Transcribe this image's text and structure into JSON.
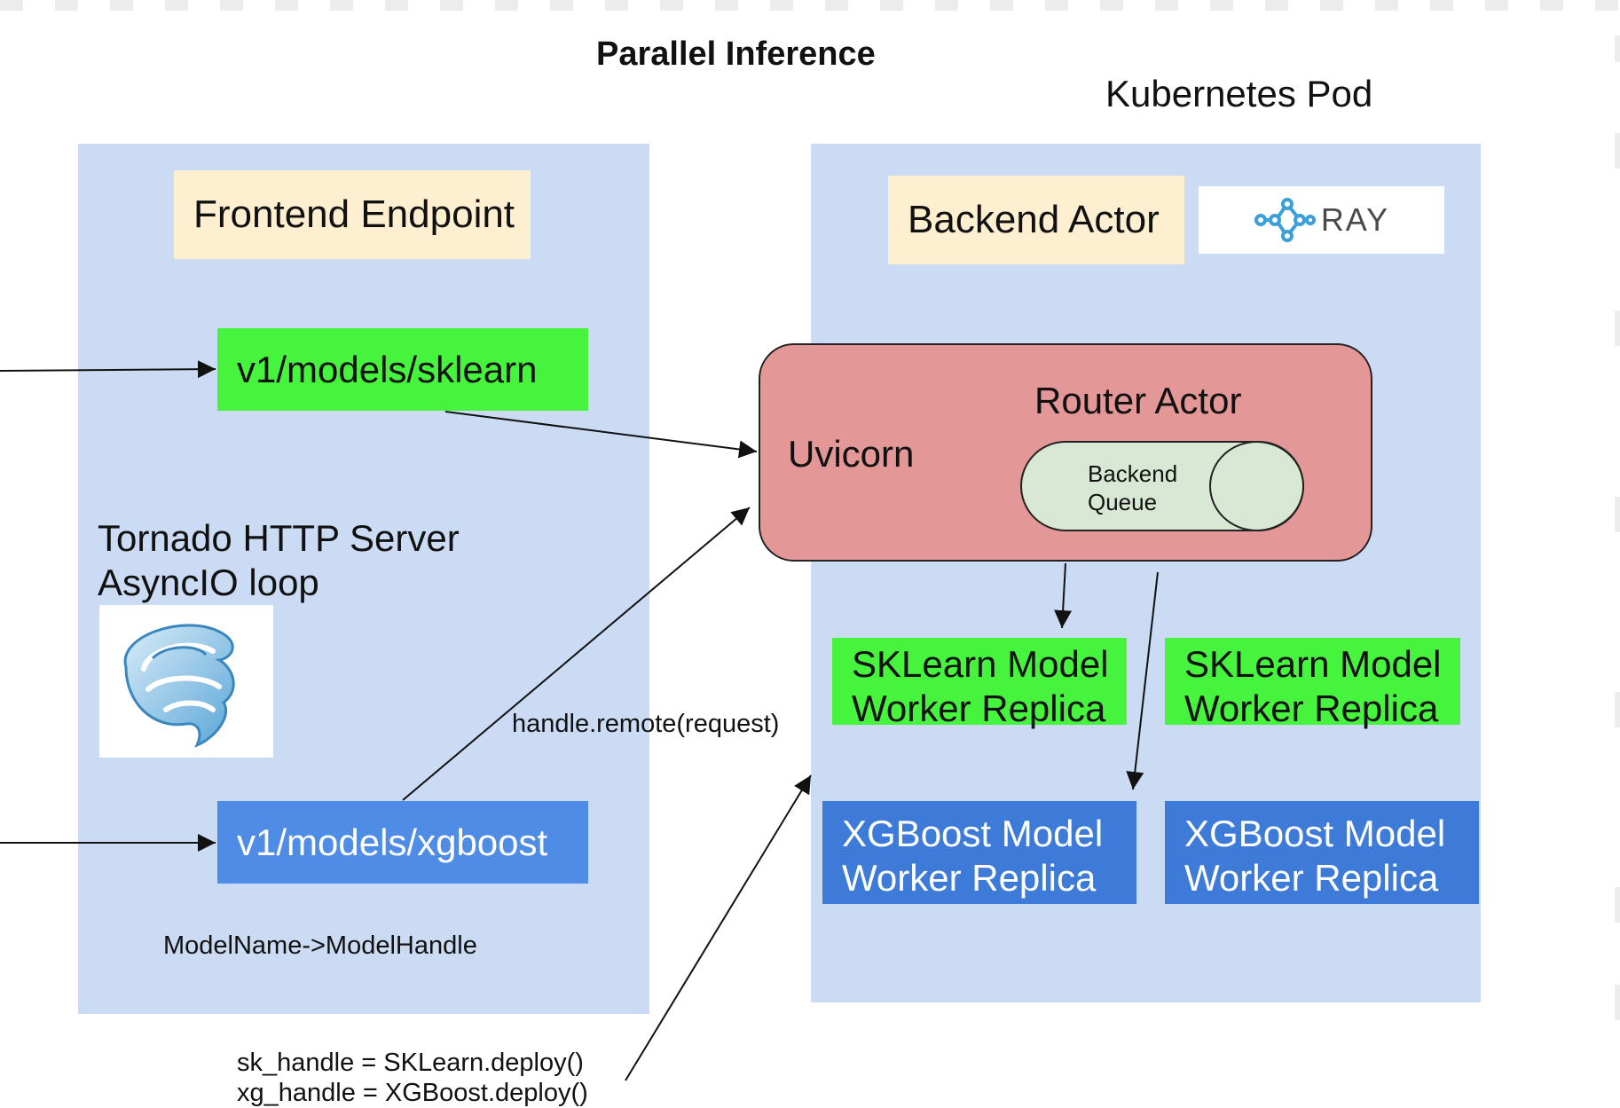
{
  "title": "Parallel Inference",
  "pod_label": "Kubernetes Pod",
  "frontend": {
    "header": "Frontend Endpoint",
    "route_sklearn": "v1/models/sklearn",
    "route_xgboost": "v1/models/xgboost",
    "server_line1": "Tornado HTTP Server",
    "server_line2": "AsyncIO loop",
    "mapping": "ModelName->ModelHandle",
    "logo": "tornado-logo"
  },
  "backend": {
    "header": "Backend Actor",
    "ray_text": "RAY",
    "router_title": "Router Actor",
    "uvicorn": "Uvicorn",
    "queue_line1": "Backend",
    "queue_line2": "Queue"
  },
  "workers": {
    "sk1_line1": "SKLearn Model",
    "sk1_line2": "Worker Replica",
    "sk2_line1": "SKLearn Model",
    "sk2_line2": "Worker Replica",
    "xg1_line1": "XGBoost Model",
    "xg1_line2": "Worker Replica",
    "xg2_line1": "XGBoost Model",
    "xg2_line2": "Worker Replica"
  },
  "annotations": {
    "remote_call": "handle.remote(request)",
    "deploy_sk": "sk_handle = SKLearn.deploy()",
    "deploy_xg": "xg_handle = XGBoost.deploy()"
  },
  "colors": {
    "panel": "#cadbf3",
    "note": "#fdefcf",
    "green": "#46f33d",
    "blue": "#4f8ce6",
    "router": "#e49797",
    "queue": "#d8e8d4",
    "ray": "#3b9fd8"
  }
}
